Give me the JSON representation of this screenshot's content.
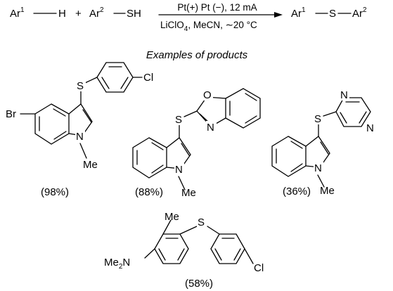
{
  "reaction": {
    "reactant1": {
      "ar": "Ar",
      "sup": "1",
      "h": "H"
    },
    "plus": "+",
    "reactant2": {
      "ar": "Ar",
      "sup": "2",
      "sh": "SH"
    },
    "conditions_top": "Pt(+) Pt (−), 12 mA",
    "conditions_bottom": {
      "salt": "LiClO",
      "salt_sub": "4",
      "rest": ", MeCN, ∼20 °C"
    },
    "product": {
      "ar1": "Ar",
      "sup1": "1",
      "s": "S",
      "ar2": "Ar",
      "sup2": "2"
    }
  },
  "section_title": "Examples of products",
  "products": [
    {
      "yield": "(98%)",
      "atoms": {
        "br": "Br",
        "s": "S",
        "cl": "Cl",
        "n": "N",
        "me": "Me"
      }
    },
    {
      "yield": "(88%)",
      "atoms": {
        "s": "S",
        "o": "O",
        "n_ox": "N",
        "n": "N",
        "me": "Me"
      }
    },
    {
      "yield": "(36%)",
      "atoms": {
        "s": "S",
        "n1": "N",
        "n2": "N",
        "n": "N",
        "me": "Me"
      }
    },
    {
      "yield": "(58%)",
      "atoms": {
        "me": "Me",
        "s": "S",
        "me2n": "Me",
        "me2n_sub": "2",
        "me2n_n": "N",
        "cl": "Cl"
      }
    }
  ]
}
